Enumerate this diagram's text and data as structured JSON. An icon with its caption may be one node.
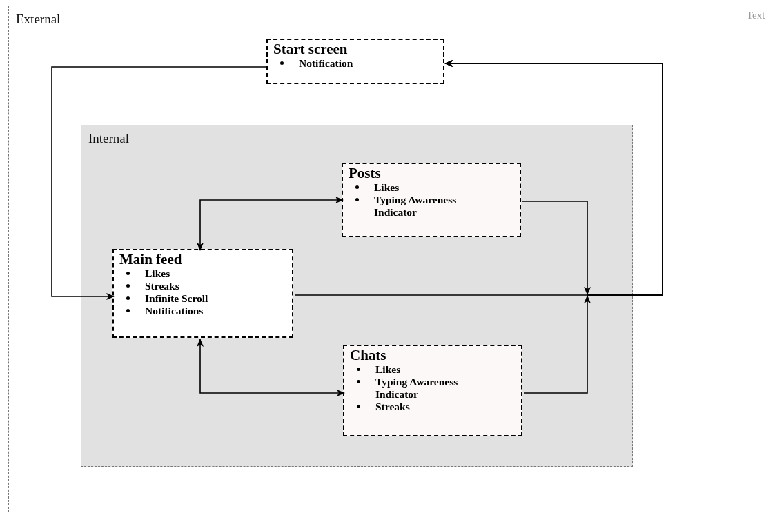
{
  "diagram": {
    "nodes": [
      {
        "text": [
          "External"
        ]
      },
      {
        "text": [
          "Start screen",
          "Notification"
        ],
        "in": 0
      },
      {
        "text": [
          "Internal"
        ],
        "in": 0
      },
      {
        "text": [
          "Main feed",
          "Likes",
          "Streaks",
          "Infinite Scroll",
          "Notifications"
        ],
        "in": 2
      },
      {
        "text": [
          "Posts",
          "Likes",
          "Typing Awareness Indicator"
        ],
        "in": 2
      },
      {
        "text": [
          "Chats",
          "Likes",
          "Typing Awareness Indicator",
          "Streaks"
        ],
        "in": 2
      }
    ],
    "edges": [
      {
        "from": 1,
        "to": 3,
        "arrow": "to"
      },
      {
        "from": 3,
        "to": 4,
        "arrow": "both"
      },
      {
        "from": 3,
        "to": 5,
        "arrow": "both"
      },
      {
        "from": 3,
        "to": 1,
        "arrow": "to"
      },
      {
        "from": 4,
        "to": 1,
        "arrow": "to"
      },
      {
        "from": 5,
        "to": 1,
        "arrow": "to"
      }
    ],
    "labels": [
      "Text"
    ]
  }
}
